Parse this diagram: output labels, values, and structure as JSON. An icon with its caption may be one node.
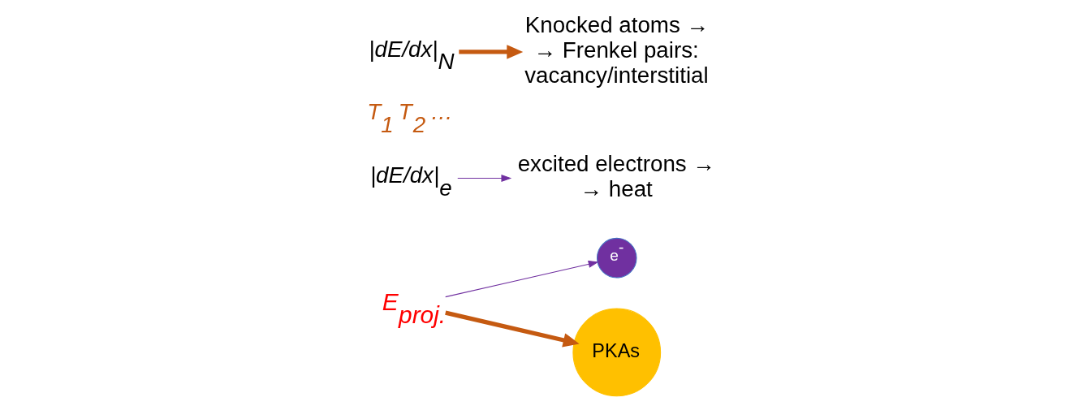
{
  "diagram": {
    "nodes": [
      {
        "text": [
          "E$_{proj.}$"
        ]
      },
      {
        "text": [
          "e$^{-}$"
        ]
      },
      {
        "text": [
          "PKAs"
        ]
      },
      {
        "text": [
          "|dE/dx|$_{e}$"
        ]
      },
      {
        "text": [
          "excited electrons → → heat"
        ]
      },
      {
        "text": [
          "T$_{1}$ T$_{2}$ …"
        ]
      },
      {
        "text": [
          "|dE/dx|$_{N}$"
        ]
      },
      {
        "text": [
          "Knocked atoms → → Frenkel pairs: vacancy/interstitial"
        ]
      }
    ],
    "edges": [
      {
        "from": 0,
        "to": 1,
        "arrow": "to",
        "color": "#7030a0"
      },
      {
        "from": 0,
        "to": 2,
        "arrow": "to",
        "style": "thick",
        "color": "#c55a11"
      },
      {
        "from": 3,
        "to": 4,
        "arrow": "to",
        "color": "#7030a0"
      },
      {
        "from": 6,
        "to": 7,
        "arrow": "to",
        "style": "thick",
        "color": "#c55a11"
      }
    ]
  }
}
